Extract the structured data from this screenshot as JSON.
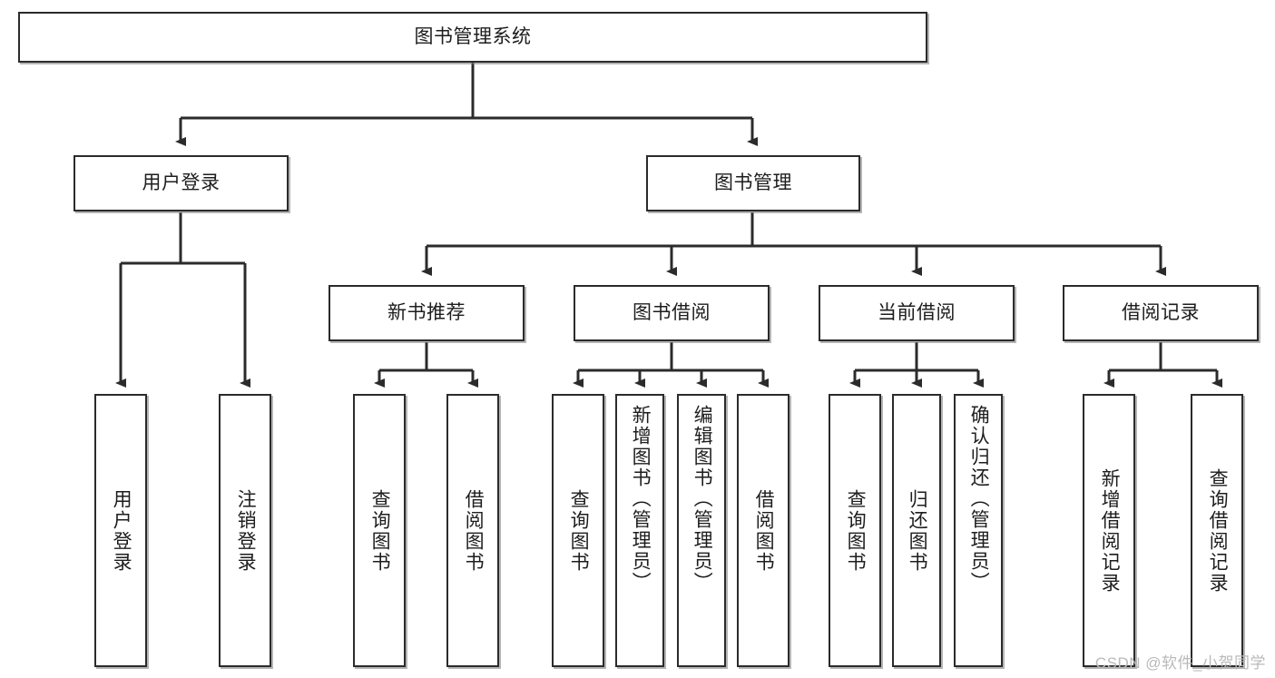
{
  "diagram": {
    "type": "tree",
    "title": "图书管理系统",
    "theme": {
      "background": "#ffffff",
      "node_fill": "#ffffff",
      "node_stroke": "#2b2b2b",
      "edge_color": "#2b2b2b",
      "text_color": "#1d1d1d",
      "watermark_color": "#b9b9b9"
    },
    "root": {
      "id": "root",
      "label": "图书管理系统",
      "orientation": "horizontal"
    },
    "level2": [
      {
        "id": "user-login",
        "label": "用户登录",
        "orientation": "horizontal"
      },
      {
        "id": "book-management",
        "label": "图书管理",
        "orientation": "horizontal"
      }
    ],
    "level3": [
      {
        "id": "new-book-recommend",
        "label": "新书推荐",
        "orientation": "horizontal",
        "parent": "book-management"
      },
      {
        "id": "book-borrow",
        "label": "图书借阅",
        "orientation": "horizontal",
        "parent": "book-management"
      },
      {
        "id": "current-borrow",
        "label": "当前借阅",
        "orientation": "horizontal",
        "parent": "book-management"
      },
      {
        "id": "borrow-record",
        "label": "借阅记录",
        "orientation": "horizontal",
        "parent": "book-management"
      }
    ],
    "leaves": [
      {
        "id": "leaf-user-login",
        "label": "用户登录",
        "parent": "user-login",
        "orientation": "vertical"
      },
      {
        "id": "leaf-logout-login",
        "label": "注销登录",
        "parent": "user-login",
        "orientation": "vertical"
      },
      {
        "id": "leaf-query-book-1",
        "label": "查询图书",
        "parent": "new-book-recommend",
        "orientation": "vertical"
      },
      {
        "id": "leaf-borrow-book-1",
        "label": "借阅图书",
        "parent": "new-book-recommend",
        "orientation": "vertical"
      },
      {
        "id": "leaf-query-book-2",
        "label": "查询图书",
        "parent": "book-borrow",
        "orientation": "vertical"
      },
      {
        "id": "leaf-add-book",
        "label": "新增图书（管理员）",
        "parent": "book-borrow",
        "orientation": "vertical"
      },
      {
        "id": "leaf-edit-book",
        "label": "编辑图书（管理员）",
        "parent": "book-borrow",
        "orientation": "vertical"
      },
      {
        "id": "leaf-borrow-book-2",
        "label": "借阅图书",
        "parent": "book-borrow",
        "orientation": "vertical"
      },
      {
        "id": "leaf-query-book-3",
        "label": "查询图书",
        "parent": "current-borrow",
        "orientation": "vertical"
      },
      {
        "id": "leaf-return-book",
        "label": "归还图书",
        "parent": "current-borrow",
        "orientation": "vertical"
      },
      {
        "id": "leaf-confirm-return",
        "label": "确认归还（管理员）",
        "parent": "current-borrow",
        "orientation": "vertical"
      },
      {
        "id": "leaf-add-record",
        "label": "新增借阅记录",
        "parent": "borrow-record",
        "orientation": "vertical"
      },
      {
        "id": "leaf-query-record",
        "label": "查询借阅记录",
        "parent": "borrow-record",
        "orientation": "vertical"
      }
    ],
    "watermark": "CSDN @软件_小贺同学"
  }
}
